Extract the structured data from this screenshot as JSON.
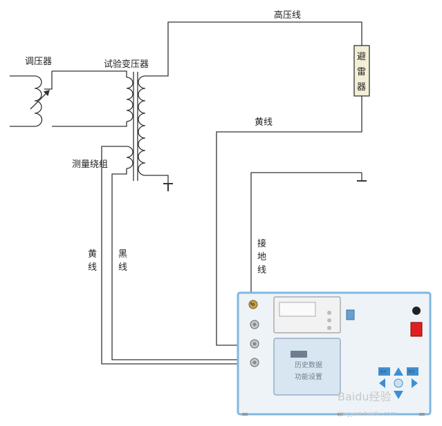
{
  "labels": {
    "regulator": "调压器",
    "test_transformer": "试验变压器",
    "high_voltage_wire": "高压线",
    "arrester": [
      "避",
      "雷",
      "器"
    ],
    "yellow_wire_top": "黄线",
    "measuring_winding": "测量绕组",
    "ground_wire": [
      "接",
      "地",
      "线"
    ],
    "yellow_wire_left": [
      "黄",
      "线"
    ],
    "black_wire": [
      "黑",
      "线"
    ]
  },
  "instrument": {
    "lcd_lines": [
      "历史数据",
      "功能设置"
    ],
    "key_labels": [
      "保存",
      "确定"
    ]
  },
  "watermark": {
    "brand": "Baidu经验",
    "url": "jingyan.baidu.com"
  },
  "colors": {
    "wire": "#333333",
    "panel_border": "#7fb7e0",
    "panel_face": "#eef3f7",
    "lcd": "#d8e6f2",
    "arrester_fill": "#f3efd6",
    "power_switch": "#e02020",
    "nav_key": "#3b8fd6"
  }
}
